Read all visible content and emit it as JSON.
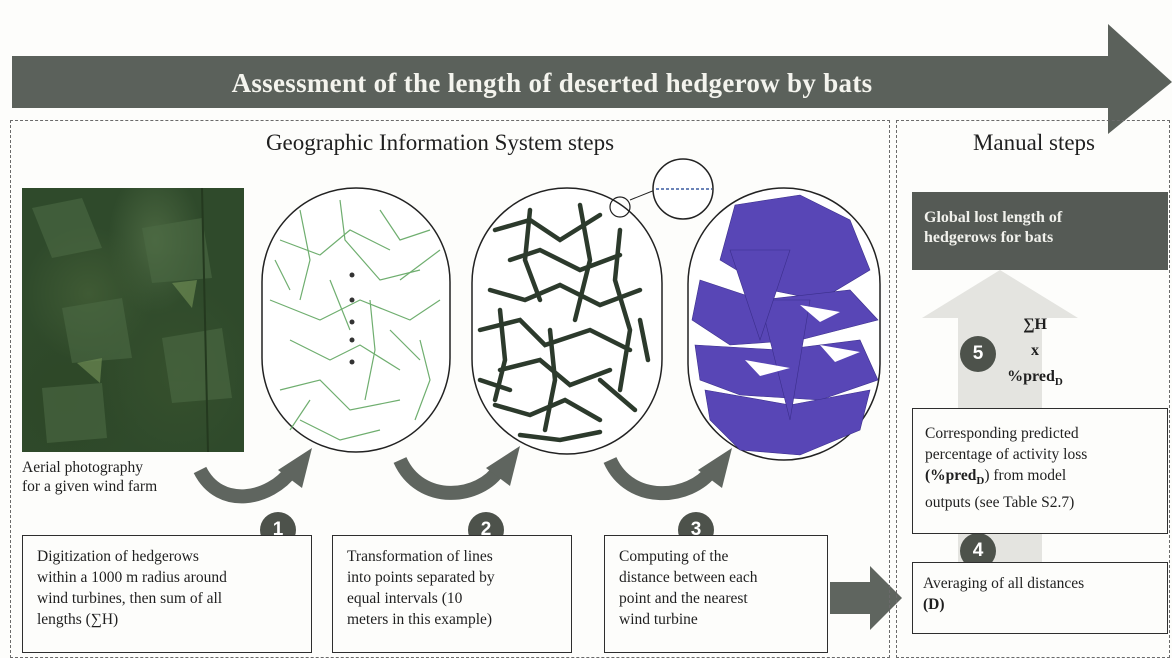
{
  "banner": {
    "title": "Assessment of the length of deserted hedgerow by bats"
  },
  "gis": {
    "title": "Geographic Information System steps"
  },
  "manual": {
    "title": "Manual steps"
  },
  "photo": {
    "caption_line1": "Aerial photography",
    "caption_line2": "for a given wind farm"
  },
  "steps": [
    {
      "number": "1",
      "lines": [
        "Digitization of hedgerows",
        "within a 1000 m radius around",
        "wind turbines, then sum of all",
        "lengths (∑H)"
      ]
    },
    {
      "number": "2",
      "lines": [
        "Transformation of lines",
        "into points separated by",
        "equal intervals (10",
        "meters in this example)"
      ]
    },
    {
      "number": "3",
      "lines": [
        "Computing of the",
        "distance between each",
        "point and the nearest",
        "wind turbine"
      ]
    },
    {
      "number": "4",
      "line1": "Averaging of all distances",
      "line2": "(D)"
    },
    {
      "number": "5",
      "formula_top": "∑H",
      "formula_mid": "x",
      "formula_bottom": "%pred",
      "formula_sub": "D"
    }
  ],
  "activity_loss": {
    "line1": "Corresponding predicted",
    "line2": "percentage of activity loss",
    "line3_bold": "(%pred",
    "line3_sub": "D",
    "line3_rest": ") from model",
    "line4": "outputs (see Table S2.7)"
  },
  "global_lost": {
    "line1": "Global lost length of",
    "line2": "hedgerows for bats"
  },
  "colors": {
    "banner": "#5b615b",
    "dark_box": "#555a55",
    "step_number": "#4d524b",
    "arrow_light": "#e6e6e2",
    "polygon_fill": "#5846b6",
    "hedge_green": "#6fae6f"
  }
}
